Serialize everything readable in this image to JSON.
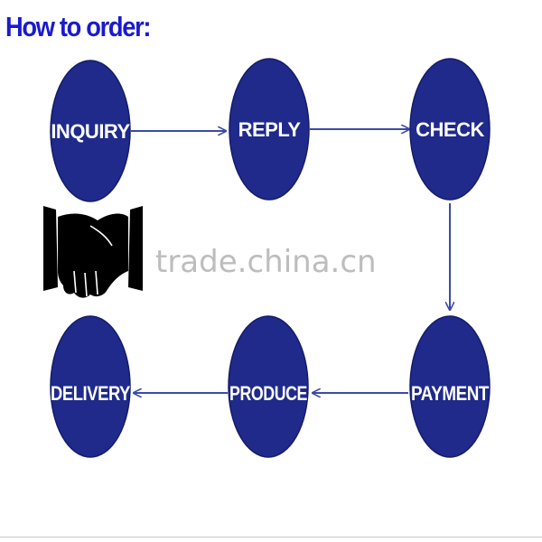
{
  "title": "How to order:",
  "colors": {
    "title": "#1a1ad0",
    "circle": "#1f2a8a",
    "circle_edge": "#141c6b",
    "arrow": "#3a4aa8",
    "label": "#ffffff",
    "watermark": "#bdbdbd"
  },
  "steps": [
    {
      "label": "INQUIRY"
    },
    {
      "label": "REPLY"
    },
    {
      "label": "CHECK"
    },
    {
      "label": "PAYMENT"
    },
    {
      "label": "PRODUCE"
    },
    {
      "label": "DELIVERY"
    }
  ],
  "watermark": "trade.china.cn",
  "handshake_icon": "handshake-icon"
}
